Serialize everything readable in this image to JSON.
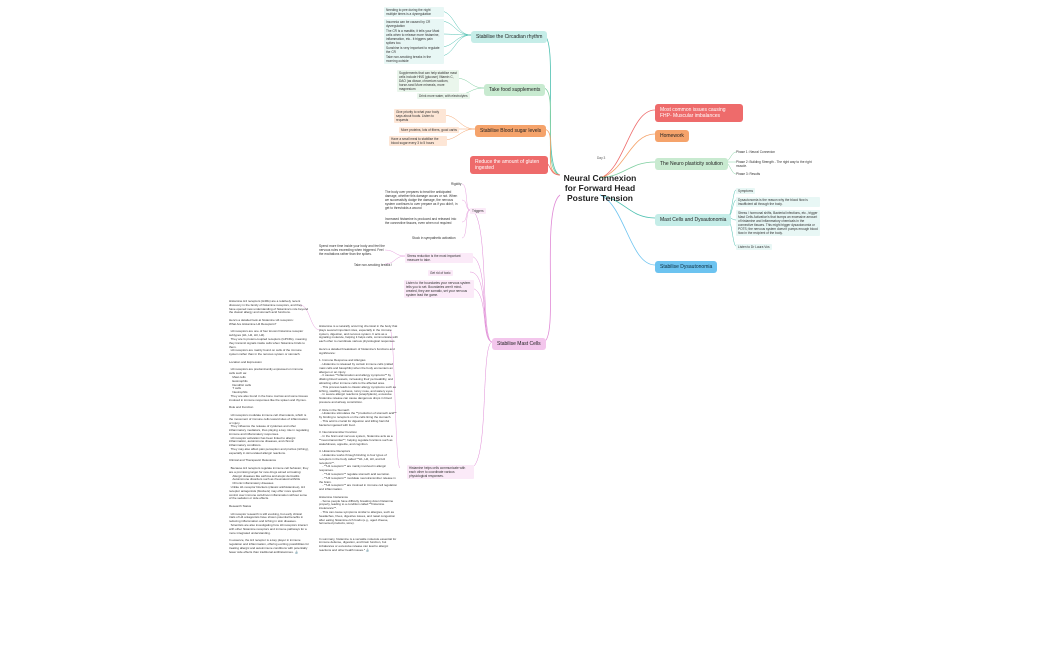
{
  "root": {
    "title": "Neural Connexion for Forward Head Posture Tension"
  },
  "day_tag": "Day 3",
  "right": {
    "causing_issues": "Most common issues causing FHP- Muscular imbalances",
    "homework": "Homework",
    "neuro_plasticity": "The Neuro plasticity solution",
    "neuro_items": [
      "Phase 1: Neural Connexion",
      "Phase 2: Building Strength - The right way to the right muscle.",
      "Phase 3: Results"
    ],
    "mast_dysautonomia": "Mast Cells and Dysautonomia",
    "mast_dys_items": [
      "Symptoms",
      "Dysautonomia is the reason why the blood flow is insufficient all through the body.",
      "Stress / hormonal shifts, Bacterial infections, etc., trigger Mast Cells Activation's that bumps an excessive amount of histamine and inflammatory chemicals in the connective tissues. This might trigger dysautonomia or POTS; the nervous system doesn't pumps enough blood flow in the recipient of the body.",
      "Listen to Dr Laura Vos"
    ],
    "stabilise_dys": "Stabilise Dysautonomia"
  },
  "left": {
    "circadian": "Stabilise the Circadian rhythm",
    "circadian_items": [
      "Needing to pee during the night multiple times is a dysregulation",
      "Insomnia can be caused by CR dysregulation",
      "The CR is a mastitis; it tells your Mast cells when to release more histamine, inflammation, etc.. it triggers pain spikes too.",
      "Sunshine is very important to regulate the CR",
      "Take non-smoking breaks in the morning outside"
    ],
    "food": "Take food supplements",
    "food_items": [
      "Supplements that can help stabilise mast cells include HNS (glucose) Vitamin C, DAO (as diosar, chromium sodium, horse-rand More minerals, more magnesium",
      "Drink more water, with electrolytes"
    ],
    "sugar": "Stabilise Blood sugar levels",
    "sugar_items": [
      "Give priority to what your body says about foods. Listen to requests",
      "More proteins, lots of fibers, good carbs",
      "Have a small meal to stabilise the blood sugar every 3 to 5 hours"
    ],
    "gluten": "Reduce the amount of gluten ingested",
    "stabilise_mast": "Stabilise Mast Cells",
    "mast_sub": {
      "rigidity": "Rigidity",
      "triggers": "Triggers",
      "triggers_text": "The body over prepares to treat the anticipated damage, whether this damage occurs or not. When we successfully dodge the damage, the nervous system continues to over prepare as if you didn't, in get to thresholds a wound",
      "tissue_text": "Increased histamine is produced and released into the connective tissues, even when not required",
      "stuck": "Stuck in sympathetic activation",
      "spend_time": "Spend more time inside your body and feel the nervous rules exceeding when triggered. Feel the excitations rather than the spikes.",
      "non_smoking": "Take non-smoking breaks !",
      "stress_reduction": "Stress reduction is the most important measure to take.",
      "get_rid": "Get rid of toxic",
      "listen": "Listen to the boundaries your nervous system tells you to set. Boundaries aren't mind-created, they are somatic, set your nervous system lead the game.",
      "helps_cells": "Histamine helps cells communicate with each other to coordinate various physiological responses."
    }
  },
  "histamine_col1": "Histamine H4 receptors (H4Rs) are a relatively recent discovery in the family of histamine receptors, and they have opened new understanding of histamine's role beyond the classic allergy and stomach acid functions.\n\nHere's a detailed look at histamine H4 receptors:\nWhat Are Histamine H4 Receptors?\n\n  H4 receptors are one of four known histamine receptor subtypes (H1, H2, H3, H4).\n  They are G protein-coupled receptors (GPCRs), meaning they transmit signals inside cells when histamine binds to them.\n  H4 receptors are mainly found on cells of the immune system rather than in the nervous system or stomach.\n\nLocation and Expression\n\n  H4 receptors are predominantly expressed on immune cells such as:\n    Mast cells\n    Eosinophils\n    Dendritic cells\n    T cells\n    Neutrophils\n  They are also found in the bone marrow and some tissues involved in immune responses like the spleen and thymus.\n\nRole and Function\n\n  H4 receptors modulate immune cell chemotaxis, which is the movement of immune cells toward sites of inflammation or injury.\n  They influence the release of cytokines and other inflammatory mediators, thus playing a key role in regulating immune and inflammatory responses.\n  H4 receptor activation has been linked to allergic inflammation, autoimmune diseases, and chronic inflammatory conditions.\n  They may also affect pain perception and pruritus (itching), especially in skin-related allergic reactions.\n\nClinical and Therapeutic Relevance\n\n  Because H4 receptors regulate immune cell behavior, they are a promising target for new drugs aimed at treating:\n    Allergic diseases like asthma and atopic dermatitis\n    Autoimmune disorders such as rheumatoid arthritis\n    Chronic inflammatory diseases\n  Unlike H1 receptor blockers (classic antihistamines), H4 receptor antagonists (blockers) may offer more specific control over immune cell-driven inflammation without some of the sedation or side effects.\n\nResearch Status\n\n  H4 receptor research is still evolving, but early clinical trials of H4 antagonists have shown potential benefits in reducing inflammation and itching in skin diseases.\n  Scientists are also investigating how H4 receptors interact with other histamine receptors and immune pathways for a more integrated understanding.\n\nIn essence, the H4 receptor is a key player in immune regulation and inflammation, offering exciting possibilities for treating allergic and autoimmune conditions with potentially fewer side effects than traditional antihistamines. 🔬",
  "histamine_col2": "Histamine is a naturally occurring chemical in the body that plays several important roles, especially in the immune system, digestion, and nervous system. It acts as a signaling molecule, helping it helps cells, communicate with each other to coordinate various physiological responses.\n\nHere's a detailed breakdown of histamine's functions and significance:\n\n1. Immune Response and Allergies\n  - Histamine is released by certain immune cells (called mast cells and basophils) when the body encounters an allergen or an injury.\n  - It causes **inflammation and allergy symptoms** by dilating blood vessels, increasing their permeability, and attracting other immune cells to the affected area.\n  - This process leads to classic allergy symptoms such as itching, swelling, redness, runny nose, and watery eyes.\n  - In severe allergic reactions (anaphylaxis), excessive histamine release can cause dangerous drops in blood pressure and airway constriction.\n\n2. Role in the Stomach\n  - Histamine stimulates the **production of stomach acid** by binding to receptors on the cells lining the stomach.\n  - This acid is crucial for digestion and killing harmful bacteria ingested with food.\n\n3. Neurotransmitter Function\n  - In the brain and nervous system, histamine acts as a **neurotransmitter**, helping regulate functions such as wakefulness, appetite, and cognition.\n\n4. Histamine Receptors\n  - Histamine works through binding to four types of receptors in the body called **H1, H2, H3, and H4 receptors**.\n    - **H1 receptors** are mainly involved in allergic responses.\n    - **H2 receptors** regulate stomach acid secretion.\n    - **H3 receptors** modulate neurotransmitter release in the brain.\n    - **H4 receptors** are involved in immune cell regulation and inflammation.\n\nHistamine Intolerance\n  - Some people have difficulty breaking down histamine properly, leading to a condition called **histamine intolerance**.\n  - This can cause symptoms similar to allergies, such as headaches, hives, digestive issues, and nasal congestion after eating histamine-rich foods (e.g., aged cheese, fermented products, wine).\n\n\n\nIn summary, histamine is a versatile molecule essential for immune defense, digestion, and brain function, but imbalances or excessive release can lead to allergic reactions and other health issues.* 🔬"
}
